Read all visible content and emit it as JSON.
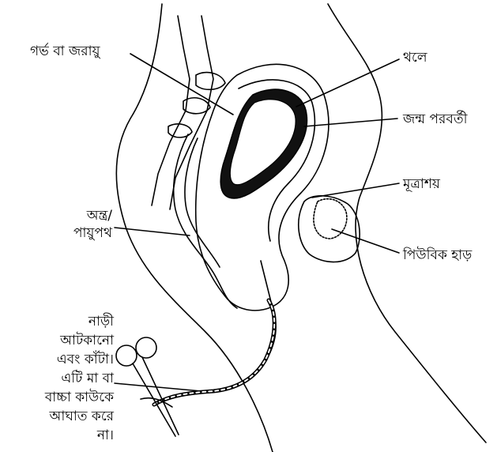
{
  "labels": {
    "uterus": "গর্ভ বা জরায়ু",
    "sac": "থলে",
    "placenta": "জন্ম পরবর্তী",
    "bladder": "মূত্রাশয়",
    "pubic_bone": "পিউবিক হাড়",
    "rectum": [
      "অন্ত্র/",
      "পায়ুপথ"
    ],
    "cord_note": [
      "নাড়ী",
      "আটকানো",
      "এবং কাঁটা।",
      "এটি মা বা",
      "বাচ্চা কাউকে",
      "আঘাত করে",
      "না।"
    ]
  }
}
